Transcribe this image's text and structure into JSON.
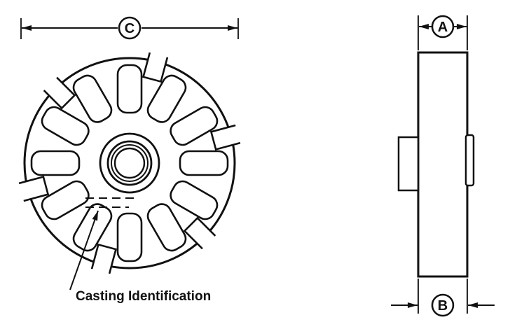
{
  "page": {
    "background_color": "#ffffff",
    "line_color": "#111111"
  },
  "front_view": {
    "dimension_label": "C",
    "casting_note": "Casting Identification"
  },
  "side_view": {
    "width_label": "A",
    "base_label": "B"
  }
}
